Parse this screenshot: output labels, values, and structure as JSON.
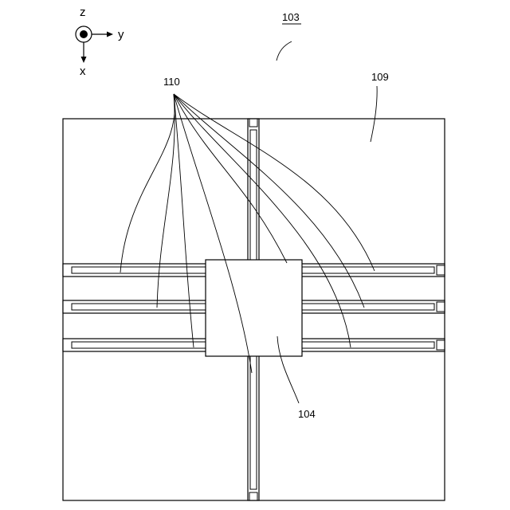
{
  "labels": {
    "figure_ref": "103",
    "leads": "110",
    "substrate": "109",
    "center_block": "104"
  },
  "axes": {
    "z": "z",
    "y": "y",
    "x": "x"
  },
  "colors": {
    "stroke": "#000000",
    "background": "#ffffff"
  }
}
